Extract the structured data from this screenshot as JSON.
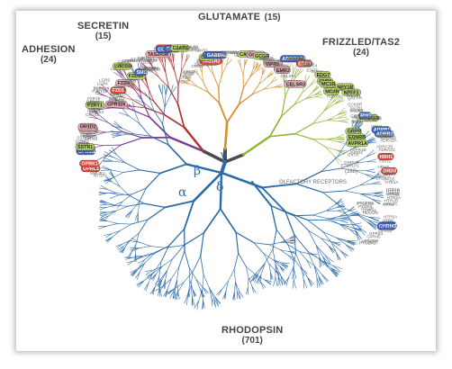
{
  "families": {
    "glutamate": {
      "title": "GLUTAMATE",
      "count": "(15)"
    },
    "secretin": {
      "title": "SECRETIN",
      "count": "(15)"
    },
    "adhesion": {
      "title": "ADHESION",
      "count": "(24)"
    },
    "frizzled": {
      "title": "FRIZZLED/TAS2",
      "count": "(24)"
    },
    "rhodopsin": {
      "title": "RHODOPSIN",
      "count": "(701)"
    }
  },
  "subgroups": {
    "alpha": "α",
    "beta": "β",
    "gamma": "γ",
    "delta": "δ"
  },
  "olfactory": {
    "label": "OLFACTORY RECEPTORS",
    "count": "(388)"
  },
  "colors": {
    "trunk": "#4a4a4a",
    "glutamate": "#d58f2a",
    "secretin": "#b0302c",
    "adhesion": "#7a3b8c",
    "frizzled": "#8fb536",
    "rhodopsin": "#2c6aa8",
    "label_green": "#b7d46a",
    "label_red": "#d9493f",
    "label_blue": "#3b64c4",
    "label_pink": "#e8aeb8"
  },
  "receptors": [
    {
      "name": "GRM7",
      "color": "plain"
    },
    {
      "name": "GRM8",
      "color": "plain"
    },
    {
      "name": "GRM4",
      "color": "plain"
    },
    {
      "name": "GRM6",
      "color": "plain"
    },
    {
      "name": "GRM3",
      "color": "plain"
    },
    {
      "name": "GRM2",
      "color": "plain"
    },
    {
      "name": "TAS1R3",
      "color": "plain"
    },
    {
      "name": "TAS1R1",
      "color": "label_pink"
    },
    {
      "name": "TAS1R2",
      "color": "label_red"
    },
    {
      "name": "CASR",
      "color": "label_green"
    },
    {
      "name": "GABBR1",
      "color": "label_blue"
    },
    {
      "name": "GABBR2",
      "color": "label_blue"
    },
    {
      "name": "GPR158",
      "color": "plain"
    },
    {
      "name": "GPR156",
      "color": "plain"
    },
    {
      "name": "GPRC6A",
      "color": "plain"
    },
    {
      "name": "GRM1",
      "color": "plain"
    },
    {
      "name": "GRM5",
      "color": "plain"
    },
    {
      "name": "CALCRL",
      "color": "plain"
    },
    {
      "name": "CALCR",
      "color": "label_green"
    },
    {
      "name": "CRHR1",
      "color": "plain"
    },
    {
      "name": "CRHR2",
      "color": "plain"
    },
    {
      "name": "GLP2R",
      "color": "label_pink"
    },
    {
      "name": "GCGR",
      "color": "label_green"
    },
    {
      "name": "GLP1R",
      "color": "plain"
    },
    {
      "name": "GIPR",
      "color": "plain"
    },
    {
      "name": "PTH1R",
      "color": "plain"
    },
    {
      "name": "PTH2R",
      "color": "plain"
    },
    {
      "name": "SCTR",
      "color": "plain"
    },
    {
      "name": "VIPR1",
      "color": "label_pink"
    },
    {
      "name": "VIPR2",
      "color": "plain"
    },
    {
      "name": "PACAP",
      "color": "plain"
    },
    {
      "name": "GHRHR",
      "color": "plain"
    },
    {
      "name": "BAI3",
      "color": "plain"
    },
    {
      "name": "LEC1",
      "color": "label_pink"
    },
    {
      "name": "EMR2",
      "color": "label_pink"
    },
    {
      "name": "EMR1",
      "color": "plain"
    },
    {
      "name": "CELSR1",
      "color": "plain"
    },
    {
      "name": "CELSR2",
      "color": "plain"
    },
    {
      "name": "CELSR3",
      "color": "label_pink"
    },
    {
      "name": "ETL",
      "color": "plain"
    },
    {
      "name": "GPR97",
      "color": "plain"
    },
    {
      "name": "GPR110",
      "color": "plain"
    },
    {
      "name": "GPR116",
      "color": "label_pink"
    },
    {
      "name": "GPR115",
      "color": "plain"
    },
    {
      "name": "GPR111",
      "color": "plain"
    },
    {
      "name": "GPR112",
      "color": "plain"
    },
    {
      "name": "CD97",
      "color": "plain"
    },
    {
      "name": "GPR123",
      "color": "plain"
    },
    {
      "name": "FZD1",
      "color": "label_red"
    },
    {
      "name": "FZD2",
      "color": "plain"
    },
    {
      "name": "FZD3",
      "color": "plain"
    },
    {
      "name": "FZD4",
      "color": "label_pink"
    },
    {
      "name": "FZD5",
      "color": "plain"
    },
    {
      "name": "FZD6",
      "color": "plain"
    },
    {
      "name": "FZD7",
      "color": "plain"
    },
    {
      "name": "FZD8",
      "color": "plain"
    },
    {
      "name": "FZD9",
      "color": "plain"
    },
    {
      "name": "FZD10",
      "color": "label_green"
    },
    {
      "name": "SMO",
      "color": "label_blue"
    },
    {
      "name": "TAS2R1",
      "color": "plain"
    },
    {
      "name": "TAS2R3",
      "color": "plain"
    },
    {
      "name": "TAS2R4",
      "color": "plain"
    },
    {
      "name": "TAS2R5",
      "color": "plain"
    },
    {
      "name": "TAS2R7",
      "color": "plain"
    },
    {
      "name": "TAS2R8",
      "color": "plain"
    },
    {
      "name": "TAS2R9",
      "color": "plain"
    },
    {
      "name": "TAS2R10",
      "color": "plain"
    },
    {
      "name": "TAS2R13",
      "color": "plain"
    },
    {
      "name": "TAS2R14",
      "color": "plain"
    },
    {
      "name": "TAS2R16",
      "color": "plain"
    },
    {
      "name": "TAS2R38",
      "color": "label_pink"
    },
    {
      "name": "TAS2R39",
      "color": "plain"
    },
    {
      "name": "CXCR4",
      "color": "label_red"
    },
    {
      "name": "CCR5",
      "color": "label_blue"
    },
    {
      "name": "CCR3",
      "color": "plain"
    },
    {
      "name": "CXCR3",
      "color": "plain"
    },
    {
      "name": "CCR7",
      "color": "label_blue"
    },
    {
      "name": "CCR8",
      "color": "plain"
    },
    {
      "name": "XCR1",
      "color": "plain"
    },
    {
      "name": "FPR1",
      "color": "plain"
    },
    {
      "name": "FPRL1",
      "color": "plain"
    },
    {
      "name": "FPRL2",
      "color": "plain"
    },
    {
      "name": "C3AR1",
      "color": "label_green"
    },
    {
      "name": "C5AR1",
      "color": "plain"
    },
    {
      "name": "CMKLR1",
      "color": "plain"
    },
    {
      "name": "CCKAR",
      "color": "plain"
    },
    {
      "name": "GPR1",
      "color": "plain"
    },
    {
      "name": "PROKR1",
      "color": "plain"
    },
    {
      "name": "NTSR1",
      "color": "plain"
    },
    {
      "name": "NMUR1",
      "color": "plain"
    },
    {
      "name": "OPRL1",
      "color": "label_red"
    },
    {
      "name": "OPRK1",
      "color": "label_red"
    },
    {
      "name": "OPRM1",
      "color": "label_blue"
    },
    {
      "name": "OPRD1",
      "color": "label_blue"
    },
    {
      "name": "SSTR1",
      "color": "label_green"
    },
    {
      "name": "SSTR2",
      "color": "plain"
    },
    {
      "name": "SSTR3",
      "color": "plain"
    },
    {
      "name": "SSTR4",
      "color": "plain"
    },
    {
      "name": "SSTR5",
      "color": "plain"
    },
    {
      "name": "NPBW1",
      "color": "plain"
    },
    {
      "name": "NPBW2",
      "color": "plain"
    },
    {
      "name": "GPR7",
      "color": "plain"
    },
    {
      "name": "OR1A1",
      "color": "label_pink"
    },
    {
      "name": "OR1A2",
      "color": "label_pink"
    },
    {
      "name": "OR1D2",
      "color": "label_pink"
    },
    {
      "name": "OR1C1",
      "color": "plain"
    },
    {
      "name": "OR1E1",
      "color": "plain"
    },
    {
      "name": "OR2T1",
      "color": "plain"
    },
    {
      "name": "OR10J1",
      "color": "plain"
    },
    {
      "name": "MAS1",
      "color": "plain"
    },
    {
      "name": "MRGX1",
      "color": "plain"
    },
    {
      "name": "MRGX2",
      "color": "plain"
    },
    {
      "name": "MRGX4",
      "color": "plain"
    },
    {
      "name": "MRGE",
      "color": "plain"
    },
    {
      "name": "MRGD",
      "color": "plain"
    },
    {
      "name": "P2RY1",
      "color": "label_green"
    },
    {
      "name": "P2RY2",
      "color": "plain"
    },
    {
      "name": "P2RY4",
      "color": "plain"
    },
    {
      "name": "P2RY6",
      "color": "plain"
    },
    {
      "name": "P2RY11",
      "color": "plain"
    },
    {
      "name": "P2RY12",
      "color": "plain"
    },
    {
      "name": "P2RY14",
      "color": "plain"
    },
    {
      "name": "LGR4",
      "color": "plain"
    },
    {
      "name": "LGR5",
      "color": "plain"
    },
    {
      "name": "LGR6",
      "color": "plain"
    },
    {
      "name": "LGR7",
      "color": "plain"
    },
    {
      "name": "LHCGR",
      "color": "label_green"
    },
    {
      "name": "FSHR",
      "color": "plain"
    },
    {
      "name": "TSHR",
      "color": "plain"
    },
    {
      "name": "GPR17",
      "color": "plain"
    },
    {
      "name": "GPR34",
      "color": "plain"
    },
    {
      "name": "GPR87",
      "color": "plain"
    },
    {
      "name": "PTAFR",
      "color": "plain"
    },
    {
      "name": "F2R",
      "color": "plain"
    },
    {
      "name": "F2RL1",
      "color": "plain"
    },
    {
      "name": "F2RL2",
      "color": "plain"
    },
    {
      "name": "CYSLTR1",
      "color": "plain"
    },
    {
      "name": "CYSLTR2",
      "color": "plain"
    },
    {
      "name": "ADORA2A",
      "color": "label_blue"
    },
    {
      "name": "ADORA2B",
      "color": "plain"
    },
    {
      "name": "ADORA1",
      "color": "plain"
    },
    {
      "name": "ADORA3",
      "color": "plain"
    },
    {
      "name": "GPR3",
      "color": "plain"
    },
    {
      "name": "GPR6",
      "color": "plain"
    },
    {
      "name": "GPR12",
      "color": "plain"
    },
    {
      "name": "EDG1",
      "color": "label_red"
    },
    {
      "name": "EDG2",
      "color": "plain"
    },
    {
      "name": "EDG3",
      "color": "plain"
    },
    {
      "name": "EDG4",
      "color": "plain"
    },
    {
      "name": "EDG5",
      "color": "plain"
    },
    {
      "name": "EDG6",
      "color": "plain"
    },
    {
      "name": "EDG7",
      "color": "label_green"
    },
    {
      "name": "EDG8",
      "color": "plain"
    },
    {
      "name": "CNR1",
      "color": "label_green"
    },
    {
      "name": "CNR2",
      "color": "plain"
    },
    {
      "name": "MC1R",
      "color": "label_green"
    },
    {
      "name": "MC2R",
      "color": "plain"
    },
    {
      "name": "MC3R",
      "color": "plain"
    },
    {
      "name": "MC4R",
      "color": "label_green"
    },
    {
      "name": "MC5R",
      "color": "plain"
    },
    {
      "name": "HCRTR1",
      "color": "plain"
    },
    {
      "name": "HCRTR2",
      "color": "plain"
    },
    {
      "name": "NPY1R",
      "color": "label_green"
    },
    {
      "name": "NPY2R",
      "color": "plain"
    },
    {
      "name": "NPY5R",
      "color": "plain"
    },
    {
      "name": "NPFF1",
      "color": "label_green"
    },
    {
      "name": "NPFF2",
      "color": "plain"
    },
    {
      "name": "PRLHR",
      "color": "plain"
    },
    {
      "name": "QRFPR",
      "color": "plain"
    },
    {
      "name": "CCKBR",
      "color": "plain"
    },
    {
      "name": "TACR1",
      "color": "plain"
    },
    {
      "name": "TACR2",
      "color": "plain"
    },
    {
      "name": "TACR3",
      "color": "plain"
    },
    {
      "name": "GHSR",
      "color": "plain"
    },
    {
      "name": "MLNR",
      "color": "plain"
    },
    {
      "name": "TRHR",
      "color": "plain"
    },
    {
      "name": "NMBR",
      "color": "plain"
    },
    {
      "name": "GRPR",
      "color": "label_green"
    },
    {
      "name": "BRS3",
      "color": "plain"
    },
    {
      "name": "EDNRA",
      "color": "plain"
    },
    {
      "name": "EDNRB",
      "color": "label_green"
    },
    {
      "name": "GPR37",
      "color": "plain"
    },
    {
      "name": "TMTHR",
      "color": "plain"
    },
    {
      "name": "AVPR1A",
      "color": "label_green"
    },
    {
      "name": "AVPR1B",
      "color": "plain"
    },
    {
      "name": "AVPR2",
      "color": "plain"
    },
    {
      "name": "OXTR",
      "color": "plain"
    },
    {
      "name": "GNRHR",
      "color": "plain"
    },
    {
      "name": "ETBRLP1",
      "color": "plain"
    },
    {
      "name": "ETBRLP2",
      "color": "plain"
    },
    {
      "name": "MTNR1A",
      "color": "label_green"
    },
    {
      "name": "MTNR1B",
      "color": "plain"
    },
    {
      "name": "RHO",
      "color": "label_blue"
    },
    {
      "name": "OPN1LW",
      "color": "plain"
    },
    {
      "name": "OPN1MW",
      "color": "plain"
    },
    {
      "name": "OPN1SW",
      "color": "plain"
    },
    {
      "name": "OPN3",
      "color": "plain"
    },
    {
      "name": "OPN4",
      "color": "plain"
    },
    {
      "name": "ADRB1",
      "color": "label_blue"
    },
    {
      "name": "ADRB2",
      "color": "label_blue"
    },
    {
      "name": "ADRB3",
      "color": "plain"
    },
    {
      "name": "ADRA1A",
      "color": "plain"
    },
    {
      "name": "ADRA1B",
      "color": "plain"
    },
    {
      "name": "ADRA1D",
      "color": "plain"
    },
    {
      "name": "ADRA2A",
      "color": "plain"
    },
    {
      "name": "ADRA2B",
      "color": "plain"
    },
    {
      "name": "ADRA2C",
      "color": "plain"
    },
    {
      "name": "HRH1",
      "color": "label_red"
    },
    {
      "name": "HRH2",
      "color": "plain"
    },
    {
      "name": "HRH3",
      "color": "plain"
    },
    {
      "name": "HRH4",
      "color": "plain"
    },
    {
      "name": "TAAR1",
      "color": "plain"
    },
    {
      "name": "DRD1",
      "color": "plain"
    },
    {
      "name": "DRD2",
      "color": "plain"
    },
    {
      "name": "DRD3",
      "color": "label_red"
    },
    {
      "name": "DRD4",
      "color": "plain"
    },
    {
      "name": "DRD5",
      "color": "plain"
    },
    {
      "name": "HTR1A",
      "color": "plain"
    },
    {
      "name": "HTR1B",
      "color": "plain"
    },
    {
      "name": "HTR1D",
      "color": "plain"
    },
    {
      "name": "HTR1E",
      "color": "plain"
    },
    {
      "name": "HTR1F",
      "color": "plain"
    },
    {
      "name": "HTR2A",
      "color": "plain"
    },
    {
      "name": "HTR2B",
      "color": "plain"
    },
    {
      "name": "HTR2C",
      "color": "plain"
    },
    {
      "name": "HTR4",
      "color": "plain"
    },
    {
      "name": "HTR5A",
      "color": "plain"
    },
    {
      "name": "HTR6",
      "color": "plain"
    },
    {
      "name": "HTR7",
      "color": "plain"
    },
    {
      "name": "CHRM1",
      "color": "plain"
    },
    {
      "name": "CHRM2",
      "color": "label_blue"
    },
    {
      "name": "CHRM3",
      "color": "label_blue"
    },
    {
      "name": "CHRM4",
      "color": "plain"
    },
    {
      "name": "CHRM5",
      "color": "plain"
    },
    {
      "name": "GPR84",
      "color": "plain"
    },
    {
      "name": "GPR63",
      "color": "plain"
    },
    {
      "name": "GPR45",
      "color": "plain"
    },
    {
      "name": "PTGDR",
      "color": "plain"
    },
    {
      "name": "PTGER1",
      "color": "plain"
    },
    {
      "name": "PTGER2",
      "color": "plain"
    },
    {
      "name": "PTGER3",
      "color": "plain"
    },
    {
      "name": "PTGER4",
      "color": "plain"
    },
    {
      "name": "PTGFR",
      "color": "plain"
    },
    {
      "name": "PTGIR",
      "color": "plain"
    },
    {
      "name": "TBXA2R",
      "color": "plain"
    },
    {
      "name": "GPR44",
      "color": "plain"
    }
  ]
}
